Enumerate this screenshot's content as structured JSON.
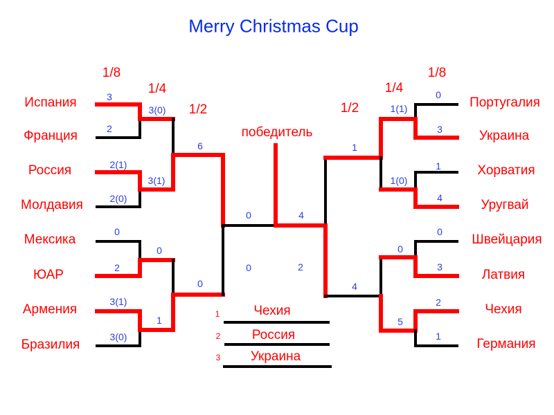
{
  "title": "Merry Christmas Cup",
  "rounds": {
    "left_r16": "1/8",
    "left_qf": "1/4",
    "left_sf": "1/2",
    "right_sf": "1/2",
    "right_qf": "1/4",
    "right_r16": "1/8",
    "winner": "победитель"
  },
  "left": {
    "teams": [
      "Испания",
      "Франция",
      "Россия",
      "Молдавия",
      "Мексика",
      "ЮАР",
      "Армения",
      "Бразилия"
    ],
    "r16_scores": [
      "3",
      "2",
      "2(1)",
      "2(0)",
      "0",
      "2",
      "3(1)",
      "3(0)"
    ],
    "qf_scores": [
      "3(0)",
      "3(1)",
      "0",
      "1"
    ],
    "sf_scores": [
      "6",
      "0"
    ],
    "final_score": "0",
    "final_score2": "0"
  },
  "right": {
    "teams": [
      "Португалия",
      "Украина",
      "Хорватия",
      "Уругвай",
      "Швейцария",
      "Латвия",
      "Чехия",
      "Германия"
    ],
    "r16_scores": [
      "0",
      "3",
      "1",
      "4",
      "0",
      "3",
      "2",
      "1"
    ],
    "qf_scores": [
      "1(1)",
      "1(0)",
      "0",
      "5"
    ],
    "sf_scores": [
      "1",
      "4"
    ],
    "final_score": "4",
    "final_score2": "2"
  },
  "podium": [
    {
      "place": "1",
      "team": "Чехия"
    },
    {
      "place": "2",
      "team": "Россия"
    },
    {
      "place": "3",
      "team": "Украина"
    }
  ]
}
